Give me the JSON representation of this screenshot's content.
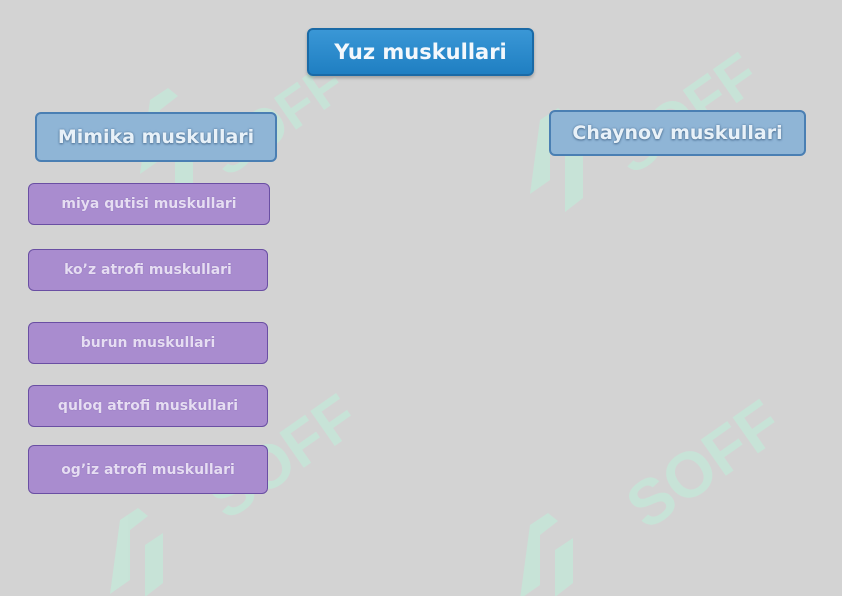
{
  "title": "Yuz muskullari",
  "categories": {
    "left": "Mimika muskullari",
    "right": "Chaynov muskullari"
  },
  "mimika_items": [
    "miya qutisi muskullari",
    "ko’z atrofi muskullari",
    "burun muskullari",
    "quloq atrofi muskullari",
    "og’iz atrofi muskullari"
  ],
  "watermark": {
    "text": "SOFF",
    "icon": "soff-logo-icon",
    "color": "#bfe8d6"
  },
  "colors": {
    "background": "#d3d3d3",
    "title_fill": "#2a8bcc",
    "category_fill": "#8fb5d6",
    "item_fill": "#a98ccf"
  }
}
